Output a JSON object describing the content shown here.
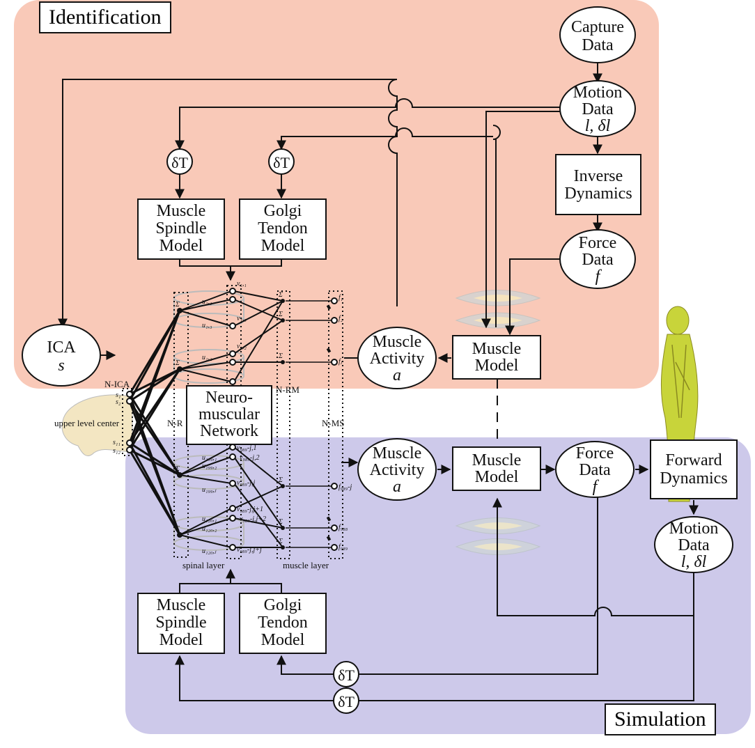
{
  "panels": {
    "identification": "Identification",
    "simulation": "Simulation"
  },
  "nodes": {
    "capture_data": [
      "Capture",
      "Data"
    ],
    "motion_data_top": [
      "Motion",
      "Data",
      "l, δl"
    ],
    "inverse_dynamics": [
      "Inverse",
      "Dynamics"
    ],
    "force_data_top": [
      "Force",
      "Data",
      "f"
    ],
    "muscle_model_top": [
      "Muscle",
      "Model"
    ],
    "muscle_activity_top": [
      "Muscle",
      "Activity",
      "a"
    ],
    "ica": [
      "ICA",
      "s"
    ],
    "muscle_spindle_top": [
      "Muscle",
      "Spindle",
      "Model"
    ],
    "golgi_tendon_top": [
      "Golgi",
      "Tendon",
      "Model"
    ],
    "delta_t_1": "δT",
    "delta_t_2": "δT",
    "neuromuscular": [
      "Neuro-",
      "muscular",
      "Network"
    ],
    "muscle_activity_bottom": [
      "Muscle",
      "Activity",
      "a"
    ],
    "muscle_model_bottom": [
      "Muscle",
      "Model"
    ],
    "force_data_bottom": [
      "Force",
      "Data",
      "f"
    ],
    "forward_dynamics": [
      "Forward",
      "Dynamics"
    ],
    "motion_data_bottom": [
      "Motion",
      "Data",
      "l, δl"
    ],
    "muscle_spindle_bottom": [
      "Muscle",
      "Spindle",
      "Model"
    ],
    "golgi_tendon_bottom": [
      "Golgi",
      "Tendon",
      "Model"
    ],
    "delta_t_3": "δT",
    "delta_t_4": "δT"
  },
  "network_labels": {
    "n_ica": "N-ICA",
    "n_r": "N-R",
    "n_rm": "N-RM",
    "n_ms": "N-MS",
    "upper_level_center": "upper level center",
    "spinal_layer": "spinal layer",
    "muscle_layer": "muscle layer",
    "s1": "s₁",
    "s2": "s₂",
    "s11": "s₁₁",
    "s12": "s₁₂",
    "sigma": "Σ",
    "v_labels": [
      "v₁,₁",
      "v₁,₃",
      "v₁,₂",
      "v₉₈₉-j,1",
      "v₉₈₉-j,2",
      "v₉₈₉-j,j",
      "v₉₈₉-j,j+1",
      "v₉₈₉-j,j+2",
      "v₉₈₉-j,j+j"
    ],
    "u_labels": [
      "u₁,₁",
      "u₁,₂",
      "u₁,₃",
      "u₁₉₉,₁",
      "u₁₉₉,₂",
      "u₁₉₉,ⱼ",
      "u₁₂₀,₁",
      "u₁₂₀,₂",
      "u₁₂₀,ⱼ"
    ],
    "f_labels": [
      "f₁",
      "f₂",
      "fⱼ",
      "f₉₈₉-j",
      "f₉₈₈",
      "f₉₈₉"
    ]
  },
  "colors": {
    "identification_bg": "#f9c9b8",
    "simulation_bg": "#cdc9ea",
    "brain": "#f3e6c2",
    "body_figure": "#c8d43a"
  }
}
